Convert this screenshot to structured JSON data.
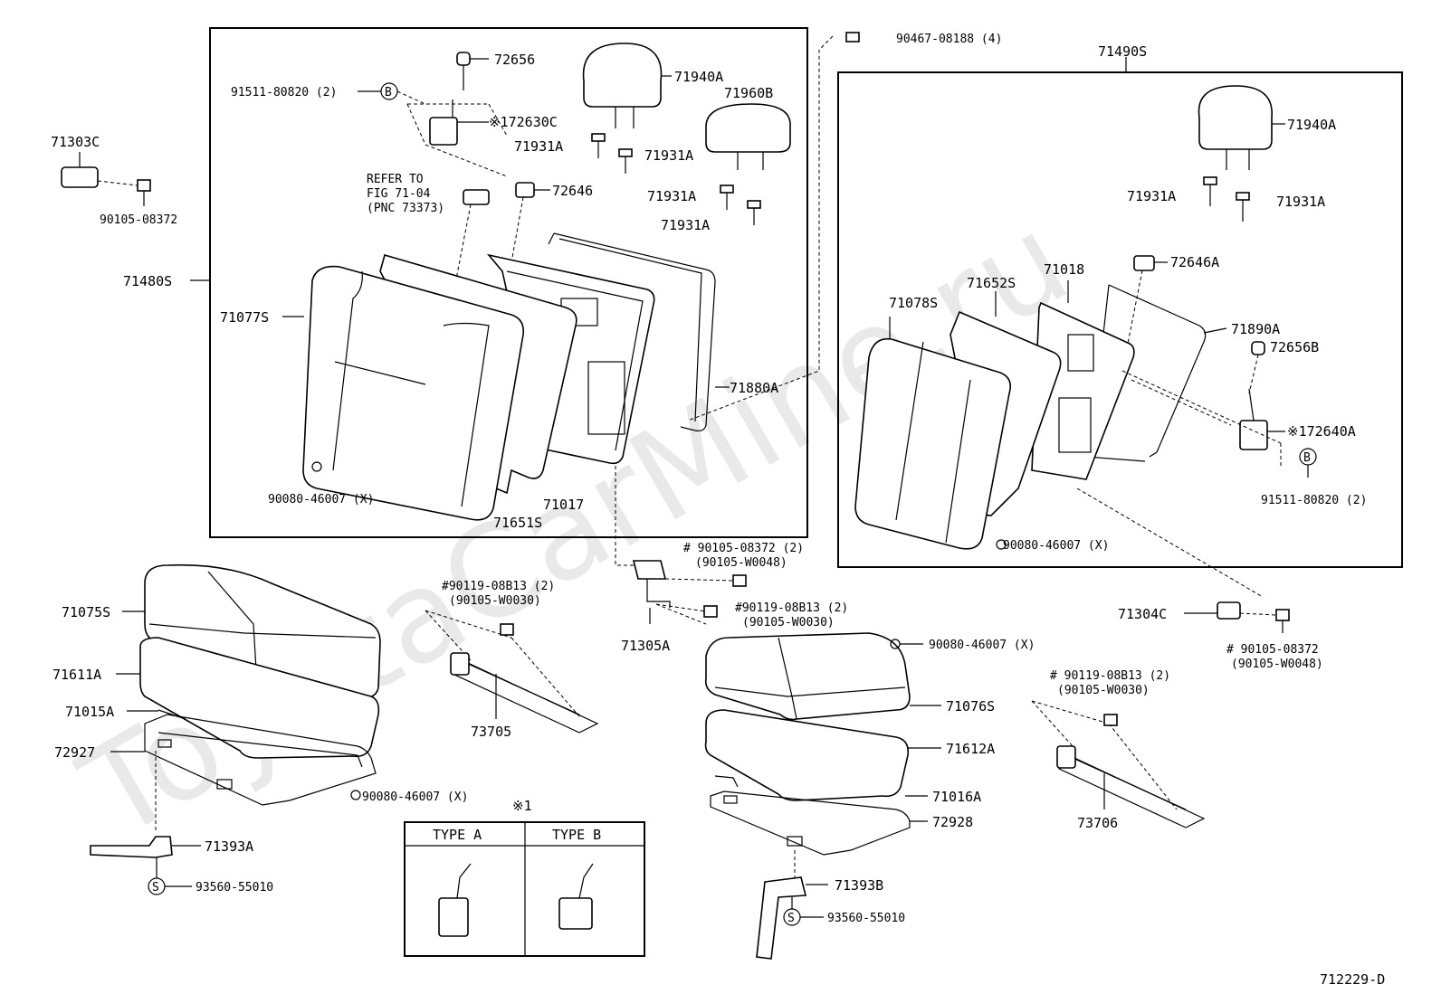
{
  "watermark": "ToyotaCarMine.ru",
  "diagram_code": "712229-D",
  "circle_b": "B",
  "circle_s": "S",
  "labels": {
    "p72656": "72656",
    "p71940A_l": "71940A",
    "p71960B": "71960B",
    "p91511_l": "91511-80820 (2)",
    "p72630C": "※172630C",
    "p71931A_1": "71931A",
    "p71931A_2": "71931A",
    "p71303C": "71303C",
    "p90105_08372_l": "90105-08372",
    "refer1": "REFER TO",
    "refer2": "FIG 71-04",
    "refer3": "(PNC 73373)",
    "p72646": "72646",
    "p71931A_3": "71931A",
    "p71931A_4": "71931A",
    "p71480S": "71480S",
    "p71077S": "71077S",
    "p71880A": "71880A",
    "p90080_l": "90080-46007 (X)",
    "p71017": "71017",
    "p71651S": "71651S",
    "p90467": "90467-08188 (4)",
    "p71490S": "71490S",
    "p71940A_r": "71940A",
    "p71931A_5": "71931A",
    "p71931A_6": "71931A",
    "p72646A": "72646A",
    "p71078S": "71078S",
    "p71652S": "71652S",
    "p71018": "71018",
    "p71890A": "71890A",
    "p72656B": "72656B",
    "p72640A": "※172640A",
    "p91511_r": "91511-80820 (2)",
    "p90080_r": "90080-46007 (X)",
    "p90105_top": "# 90105-08372 (2)",
    "p90105_w48": "(90105-W0048)",
    "p90119_mid": "#90119-08B13 (2)",
    "p90105_w30_mid": "(90105-W0030)",
    "p90119_left": "#90119-08B13 (2)",
    "p90105_w30_left": "(90105-W0030)",
    "p71305A": "71305A",
    "p71304C": "71304C",
    "p90105_r": "# 90105-08372",
    "p90105_w48_r": "(90105-W0048)",
    "p71075S": "71075S",
    "p71611A": "71611A",
    "p71015A": "71015A",
    "p72927": "72927",
    "p73705": "73705",
    "p90080_c": "90080-46007 (X)",
    "p90080_bl": "90080-46007 (X)",
    "p71076S": "71076S",
    "p71612A": "71612A",
    "p71016A": "71016A",
    "p72928": "72928",
    "p90119_r": "# 90119-08B13 (2)",
    "p90105_w30_r": "(90105-W0030)",
    "p73706": "73706",
    "p71393A": "71393A",
    "p93560_l": "93560-55010",
    "p71393B": "71393B",
    "p93560_r": "93560-55010",
    "note_mark": "※1",
    "type_a": "TYPE A",
    "type_b": "TYPE B"
  }
}
